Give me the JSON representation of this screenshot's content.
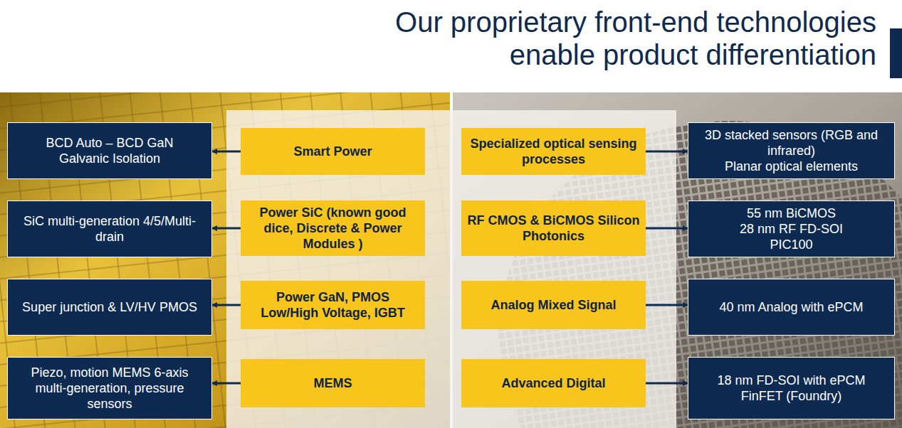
{
  "diagram": {
    "title": "Our proprietary front-end technologies enable product differentiation",
    "nodes": [
      {
        "text": [
          "BCD Auto – BCD GaN",
          "Galvanic Isolation"
        ]
      },
      {
        "text": [
          "Smart Power"
        ]
      },
      {
        "text": [
          "Specialized optical sensing processes"
        ]
      },
      {
        "text": [
          "3D stacked sensors (RGB and infrared)",
          "Planar optical elements"
        ]
      },
      {
        "text": [
          "SiC multi-generation 4/5/Multi-drain"
        ]
      },
      {
        "text": [
          "Power SiC (known good dice, Discrete & Power Modules )"
        ]
      },
      {
        "text": [
          "RF CMOS & BiCMOS Silicon Photonics"
        ]
      },
      {
        "text": [
          "55 nm BiCMOS",
          "28 nm RF FD-SOI",
          "PIC100"
        ]
      },
      {
        "text": [
          "Super junction & LV/HV PMOS"
        ]
      },
      {
        "text": [
          "Power GaN, PMOS Low/High Voltage, IGBT"
        ]
      },
      {
        "text": [
          "Analog Mixed Signal"
        ]
      },
      {
        "text": [
          "40 nm Analog with ePCM"
        ]
      },
      {
        "text": [
          "Piezo, motion MEMS 6-axis multi-generation, pressure sensors"
        ]
      },
      {
        "text": [
          "MEMS"
        ]
      },
      {
        "text": [
          "Advanced Digital"
        ]
      },
      {
        "text": [
          "18 nm FD-SOI with ePCM",
          "FinFET (Foundry)"
        ]
      }
    ],
    "edges": [
      {
        "from": 1,
        "to": 0,
        "arrow": "to"
      },
      {
        "from": 2,
        "to": 3,
        "arrow": "to"
      },
      {
        "from": 5,
        "to": 4,
        "arrow": "to"
      },
      {
        "from": 6,
        "to": 7,
        "arrow": "to"
      },
      {
        "from": 9,
        "to": 8,
        "arrow": "to"
      },
      {
        "from": 10,
        "to": 11,
        "arrow": "to"
      },
      {
        "from": 13,
        "to": 12,
        "arrow": "to"
      },
      {
        "from": 14,
        "to": 15,
        "arrow": "to"
      }
    ]
  }
}
